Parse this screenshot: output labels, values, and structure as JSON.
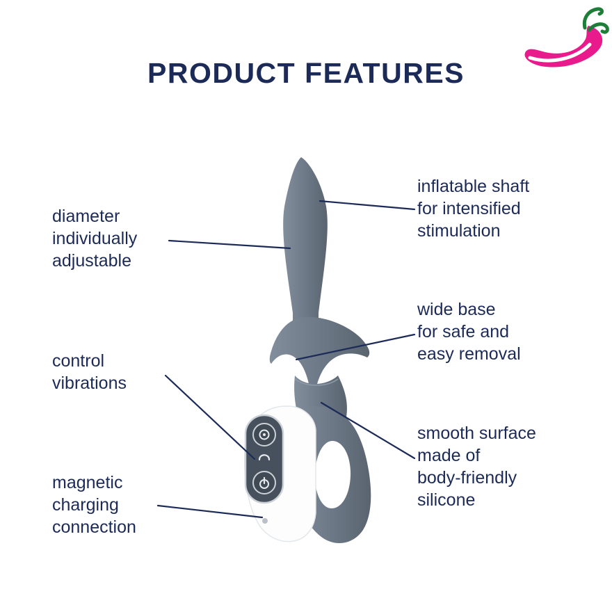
{
  "title": "PRODUCT FEATURES",
  "labels": {
    "diameter": "diameter\nindividually\nadjustable",
    "inflatable": "inflatable shaft\nfor intensified\nstimulation",
    "wide_base": "wide base\nfor safe and\neasy removal",
    "control": "control\nvibrations",
    "smooth": "smooth surface\nmade of\nbody-friendly\nsilicone",
    "magnetic": "magnetic\ncharging\nconnection"
  },
  "icons": {
    "logo": "chili-pepper-logo",
    "button_top": "air-pulse-icon",
    "button_middle": "vibration-mode-icon",
    "button_bottom": "power-icon"
  },
  "colors": {
    "text": "#1c2a57",
    "product": "#6d7987",
    "product_light": "#828e9b",
    "product_dark": "#59646f",
    "panel": "#46515d",
    "silver": "#ccd1d7",
    "white_handle": "#fdfdfd",
    "pepper_pink": "#e91a8c",
    "pepper_green": "#1d7f37"
  }
}
